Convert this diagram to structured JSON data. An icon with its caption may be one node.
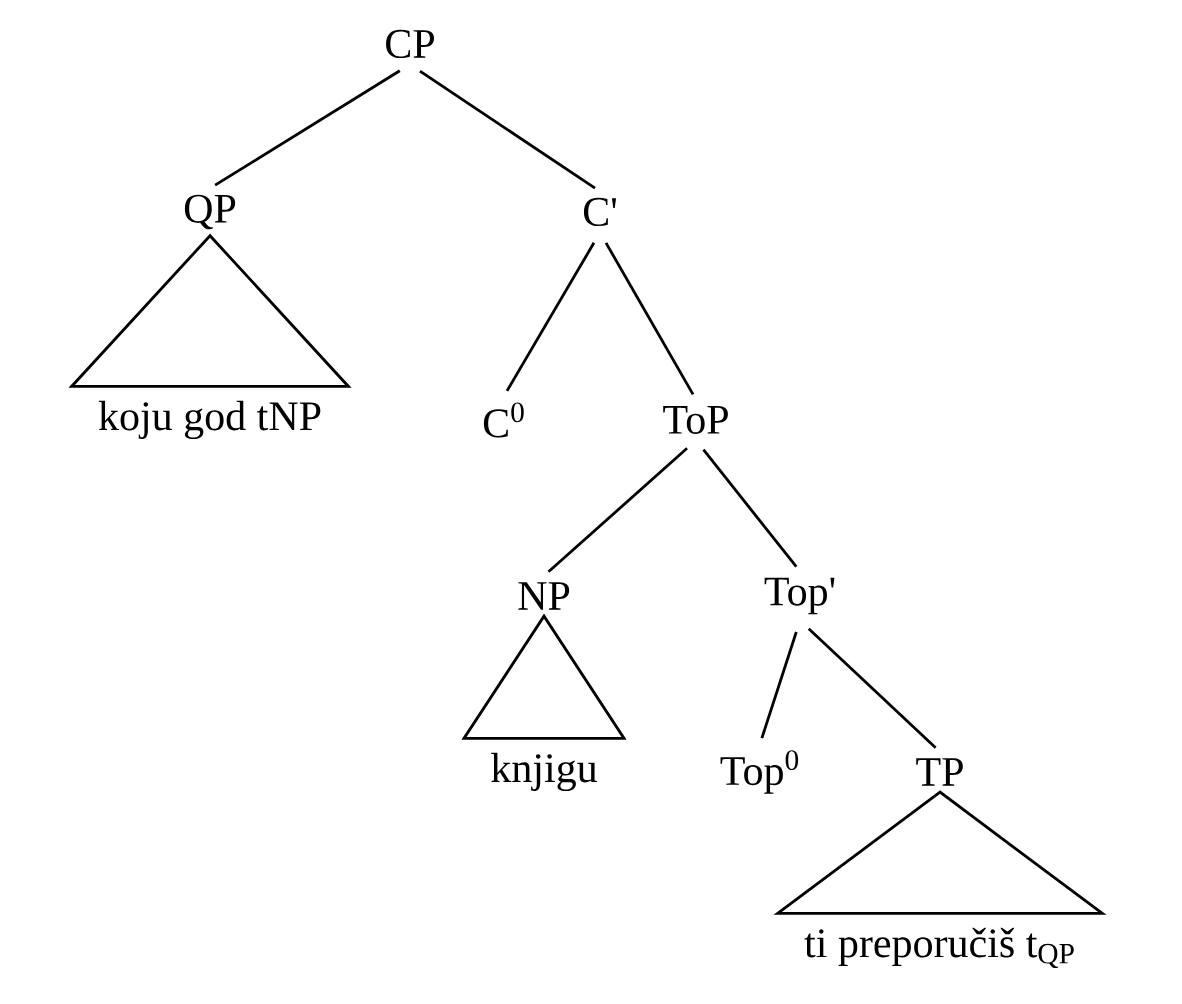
{
  "diagram": {
    "nodes": [
      {
        "text": [
          "CP"
        ]
      },
      {
        "text": [
          "QP"
        ]
      },
      {
        "text": [
          "C'"
        ]
      },
      {
        "text": [
          "koju god tNP"
        ]
      },
      {
        "text": [
          "C$^{0}$"
        ]
      },
      {
        "text": [
          "ToP"
        ]
      },
      {
        "text": [
          "NP"
        ]
      },
      {
        "text": [
          "Top'"
        ]
      },
      {
        "text": [
          "knjigu"
        ]
      },
      {
        "text": [
          "Top$^{0}$"
        ]
      },
      {
        "text": [
          "TP"
        ]
      },
      {
        "text": [
          "ti preporučiš t$_{QP}$"
        ]
      }
    ],
    "edges": [
      {
        "from": 0,
        "to": 1,
        "arrow": "none"
      },
      {
        "from": 0,
        "to": 2,
        "arrow": "none"
      },
      {
        "from": 1,
        "to": 3,
        "arrow": "none"
      },
      {
        "from": 2,
        "to": 4,
        "arrow": "none"
      },
      {
        "from": 2,
        "to": 5,
        "arrow": "none"
      },
      {
        "from": 5,
        "to": 6,
        "arrow": "none"
      },
      {
        "from": 5,
        "to": 7,
        "arrow": "none"
      },
      {
        "from": 6,
        "to": 8,
        "arrow": "none"
      },
      {
        "from": 7,
        "to": 9,
        "arrow": "none"
      },
      {
        "from": 7,
        "to": 10,
        "arrow": "none"
      },
      {
        "from": 10,
        "to": 11,
        "arrow": "none"
      }
    ]
  }
}
